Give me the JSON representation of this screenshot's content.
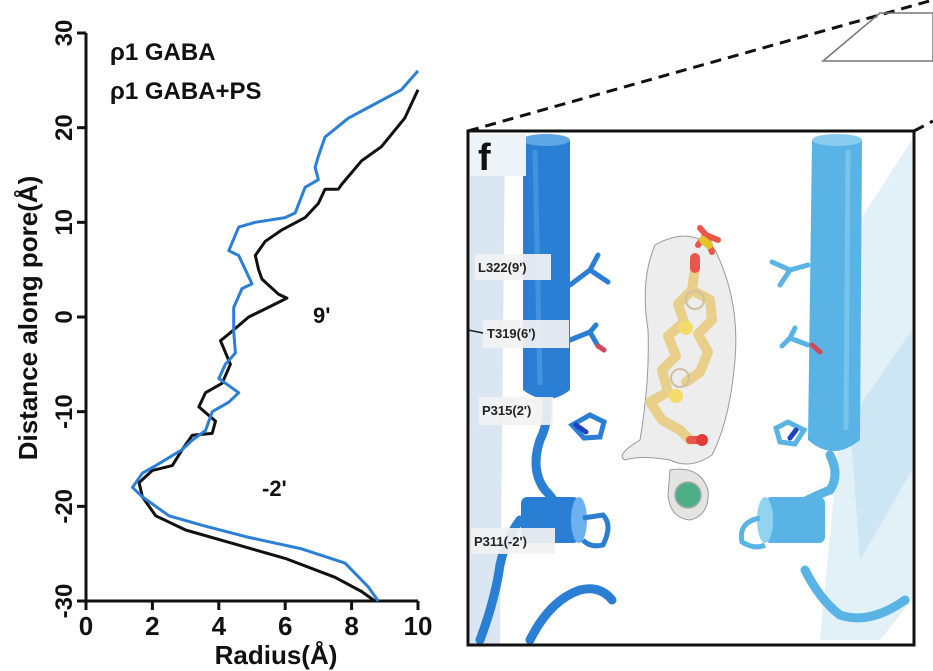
{
  "chart_data": {
    "type": "line",
    "xlabel": "Radius(Å)",
    "ylabel": "Distance along pore(Å)",
    "xlim": [
      0,
      10
    ],
    "ylim": [
      -30,
      30
    ],
    "x_ticks": [
      "0",
      "2",
      "4",
      "6",
      "8",
      "10"
    ],
    "y_ticks": [
      "-30",
      "-20",
      "-10",
      "0",
      "10",
      "20",
      "30"
    ],
    "annotations": [
      "9'",
      "-2'"
    ],
    "series": [
      {
        "name": "ρ1 GABA",
        "color": "#111111",
        "points": [
          [
            10.0,
            24
          ],
          [
            9.6,
            21
          ],
          [
            8.9,
            18
          ],
          [
            8.3,
            16.5
          ],
          [
            7.7,
            14
          ],
          [
            7.6,
            13.5
          ],
          [
            7.2,
            13.5
          ],
          [
            7.0,
            12
          ],
          [
            6.6,
            10.5
          ],
          [
            5.9,
            9.2
          ],
          [
            5.4,
            8
          ],
          [
            5.1,
            6.5
          ],
          [
            5.2,
            5
          ],
          [
            5.3,
            4
          ],
          [
            5.8,
            2.4
          ],
          [
            6.05,
            2
          ],
          [
            5.6,
            1.2
          ],
          [
            4.9,
            0
          ],
          [
            4.3,
            -1.8
          ],
          [
            4.05,
            -2.5
          ],
          [
            4.35,
            -5
          ],
          [
            4.1,
            -7
          ],
          [
            3.6,
            -8
          ],
          [
            3.4,
            -9.5
          ],
          [
            3.9,
            -11
          ],
          [
            3.8,
            -12.3
          ],
          [
            3.2,
            -12.5
          ],
          [
            2.9,
            -14
          ],
          [
            2.6,
            -15.7
          ],
          [
            2.0,
            -16.2
          ],
          [
            1.6,
            -17.5
          ],
          [
            1.7,
            -19
          ],
          [
            2.1,
            -21
          ],
          [
            3.0,
            -22.5
          ],
          [
            4.5,
            -24
          ],
          [
            6.0,
            -25.5
          ],
          [
            7.5,
            -27.5
          ],
          [
            8.3,
            -29
          ],
          [
            8.7,
            -30
          ]
        ]
      },
      {
        "name": "ρ1 GABA+PS",
        "color": "#2b7fd6",
        "points": [
          [
            10.0,
            26
          ],
          [
            9.5,
            24
          ],
          [
            8.7,
            22.5
          ],
          [
            7.9,
            21
          ],
          [
            7.2,
            19
          ],
          [
            7.0,
            17
          ],
          [
            6.9,
            15.8
          ],
          [
            7.0,
            14.5
          ],
          [
            6.6,
            13.7
          ],
          [
            6.3,
            11
          ],
          [
            6.0,
            10.5
          ],
          [
            5.1,
            10
          ],
          [
            4.6,
            9.5
          ],
          [
            4.3,
            7
          ],
          [
            4.6,
            6.5
          ],
          [
            5.0,
            3.5
          ],
          [
            4.7,
            3
          ],
          [
            4.45,
            1
          ],
          [
            4.45,
            -1.5
          ],
          [
            4.5,
            -3.8
          ],
          [
            4.2,
            -5
          ],
          [
            4.0,
            -6.5
          ],
          [
            4.6,
            -8
          ],
          [
            4.3,
            -9
          ],
          [
            3.8,
            -10
          ],
          [
            3.6,
            -12
          ],
          [
            3.2,
            -13
          ],
          [
            2.9,
            -14
          ],
          [
            2.2,
            -15.5
          ],
          [
            1.7,
            -16.5
          ],
          [
            1.4,
            -18
          ],
          [
            1.7,
            -19
          ],
          [
            2.5,
            -21
          ],
          [
            3.5,
            -22
          ],
          [
            4.8,
            -23.2
          ],
          [
            6.5,
            -24.5
          ],
          [
            7.8,
            -26
          ],
          [
            8.5,
            -28.5
          ],
          [
            8.8,
            -30
          ]
        ]
      }
    ]
  },
  "panel": {
    "letter": "f",
    "residue_labels": [
      "L322(9')",
      "T319(6')",
      "P315(2')",
      "P311(-2')"
    ]
  }
}
